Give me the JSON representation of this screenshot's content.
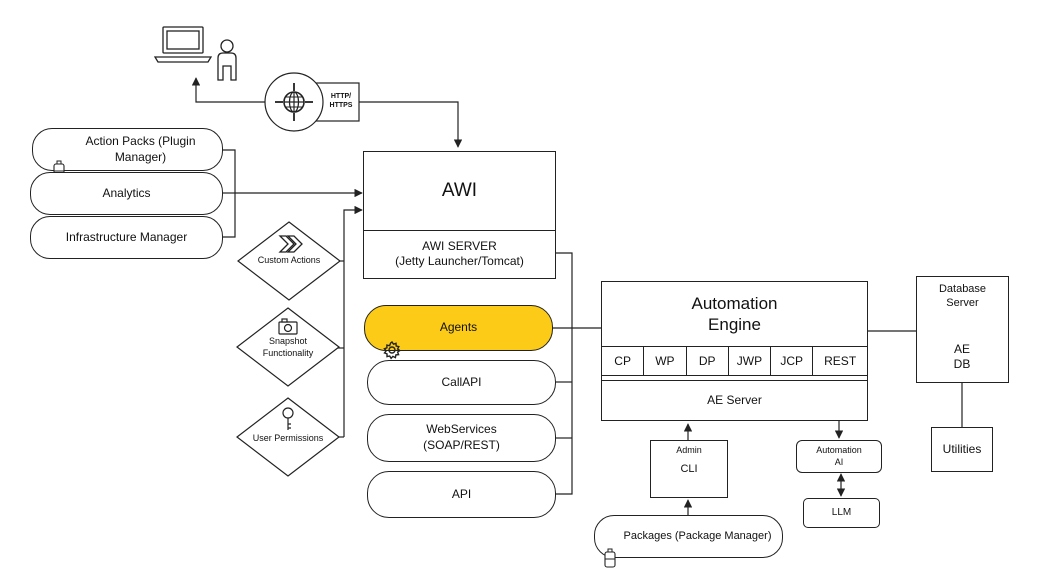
{
  "top": {
    "protocol_label": "HTTP/\nHTTPS"
  },
  "left_stack": {
    "action_packs": "Action Packs (Plugin\nManager)",
    "analytics": "Analytics",
    "infrastructure_manager": "Infrastructure Manager"
  },
  "diamonds": {
    "custom_actions": "Custom Actions",
    "snapshot": "Snapshot\nFunctionality",
    "user_permissions": "User Permissions"
  },
  "awi": {
    "title": "AWI",
    "server": "AWI SERVER\n(Jetty Launcher/Tomcat)"
  },
  "clients": {
    "agents": "Agents",
    "callapi": "CallAPI",
    "webservices": "WebServices\n(SOAP/REST)",
    "api": "API"
  },
  "engine": {
    "title": "Automation\nEngine",
    "processes": [
      "CP",
      "WP",
      "DP",
      "JWP",
      "JCP",
      "REST"
    ],
    "server": "AE Server"
  },
  "database": {
    "title": "Database\nServer",
    "db": "AE\nDB",
    "utilities": "Utilities"
  },
  "bottom": {
    "admin_title": "Admin",
    "cli": "CLI",
    "packages": "Packages (Package Manager)",
    "automation_ai": "Automation\nAI",
    "llm": "LLM"
  },
  "colors": {
    "agents_fill": "#FBCB17",
    "line": "#222222",
    "background": "#FFFFFF"
  }
}
